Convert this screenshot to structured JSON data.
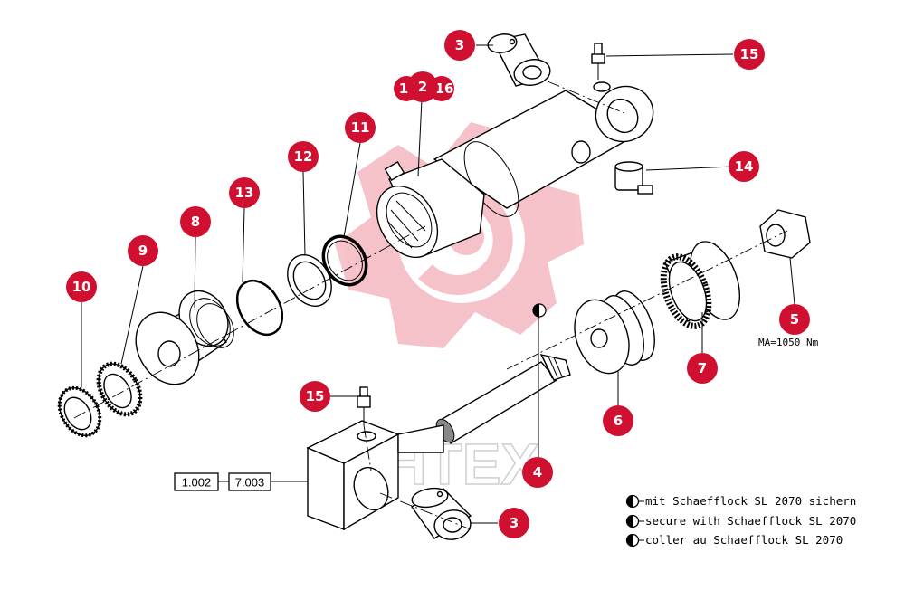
{
  "callouts": [
    {
      "id": "c3a",
      "label": "3"
    },
    {
      "id": "c15a",
      "label": "15"
    },
    {
      "id": "c1",
      "label": "1"
    },
    {
      "id": "c2",
      "label": "2"
    },
    {
      "id": "c16",
      "label": "16"
    },
    {
      "id": "c11",
      "label": "11"
    },
    {
      "id": "c12",
      "label": "12"
    },
    {
      "id": "c14",
      "label": "14"
    },
    {
      "id": "c13",
      "label": "13"
    },
    {
      "id": "c8",
      "label": "8"
    },
    {
      "id": "c9",
      "label": "9"
    },
    {
      "id": "c10",
      "label": "10"
    },
    {
      "id": "c5",
      "label": "5"
    },
    {
      "id": "c7",
      "label": "7"
    },
    {
      "id": "c6",
      "label": "6"
    },
    {
      "id": "c15b",
      "label": "15"
    },
    {
      "id": "c4",
      "label": "4"
    },
    {
      "id": "c3b",
      "label": "3"
    }
  ],
  "reference_boxes": [
    "1.002",
    "7.003"
  ],
  "torque_note": "MA=1050 Nm",
  "watermark": "WHTEX",
  "legend": [
    {
      "text": "mit Schaefflock SL 2070 sichern"
    },
    {
      "text": "secure with Schaefflock SL 2070"
    },
    {
      "text": "coller au Schaefflock SL 2070"
    }
  ],
  "colors": {
    "callout": "#d01030",
    "watermark": "#f2b0b6"
  }
}
